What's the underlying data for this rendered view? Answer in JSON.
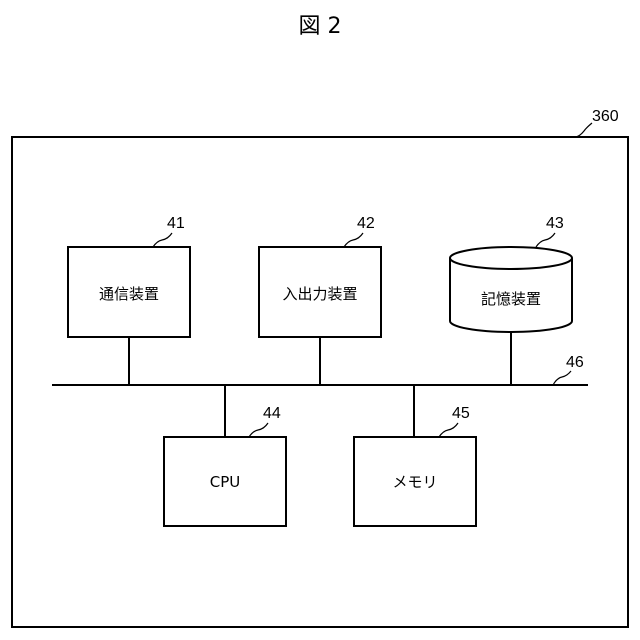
{
  "figure": {
    "title": "図 2",
    "device_ref": "360"
  },
  "components": {
    "comm": {
      "ref": "41",
      "label": "通信装置"
    },
    "io": {
      "ref": "42",
      "label": "入出力装置"
    },
    "storage": {
      "ref": "43",
      "label": "記憶装置"
    },
    "cpu": {
      "ref": "44",
      "label": "CPU"
    },
    "memory": {
      "ref": "45",
      "label": "メモリ"
    },
    "bus": {
      "ref": "46"
    }
  }
}
